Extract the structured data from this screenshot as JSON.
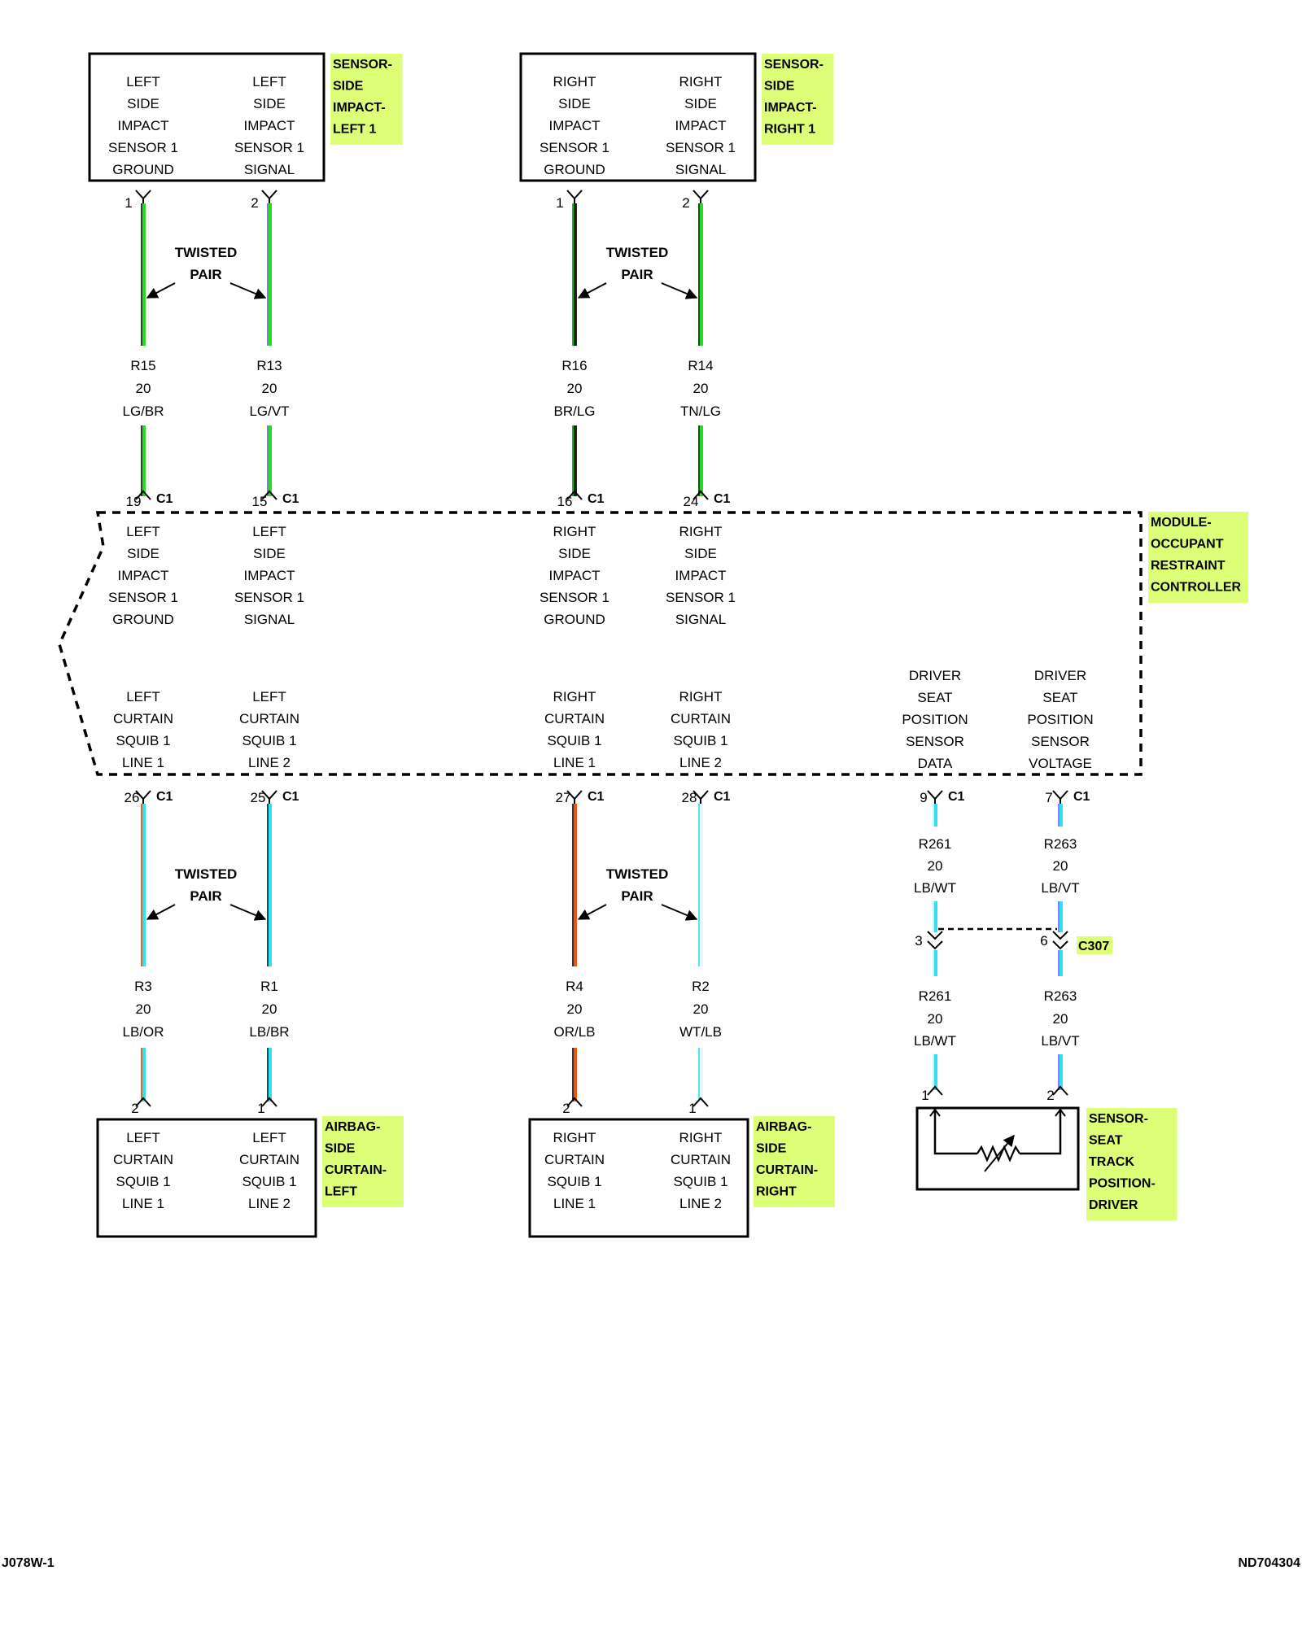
{
  "colors": {
    "wire_lg": "#22dd22",
    "wire_lb": "#33e0ee",
    "wire_or": "#ee5511",
    "wire_wt": "#e8f8f8",
    "wire_vt": "#9966ff",
    "wire_br": "#222222",
    "wire_tn": "#cc9966",
    "tag_bg": "#ddff77"
  },
  "component_boxes": [
    {
      "key": "lsi",
      "tag": [
        "SENSOR-",
        "SIDE",
        "IMPACT-",
        "LEFT 1"
      ],
      "pins": [
        [
          "LEFT",
          "SIDE",
          "IMPACT",
          "SENSOR 1",
          "GROUND"
        ],
        [
          "LEFT",
          "SIDE",
          "IMPACT",
          "SENSOR 1",
          "SIGNAL"
        ]
      ]
    },
    {
      "key": "rsi",
      "tag": [
        "SENSOR-",
        "SIDE",
        "IMPACT-",
        "RIGHT 1"
      ],
      "pins": [
        [
          "RIGHT",
          "SIDE",
          "IMPACT",
          "SENSOR 1",
          "GROUND"
        ],
        [
          "RIGHT",
          "SIDE",
          "IMPACT",
          "SENSOR 1",
          "SIGNAL"
        ]
      ]
    },
    {
      "key": "lac",
      "tag": [
        "AIRBAG-",
        "SIDE",
        "CURTAIN-",
        "LEFT"
      ],
      "pins": [
        [
          "LEFT",
          "CURTAIN",
          "SQUIB 1",
          "LINE 1"
        ],
        [
          "LEFT",
          "CURTAIN",
          "SQUIB 1",
          "LINE 2"
        ]
      ]
    },
    {
      "key": "rac",
      "tag": [
        "AIRBAG-",
        "SIDE",
        "CURTAIN-",
        "RIGHT"
      ],
      "pins": [
        [
          "RIGHT",
          "CURTAIN",
          "SQUIB 1",
          "LINE 1"
        ],
        [
          "RIGHT",
          "CURTAIN",
          "SQUIB 1",
          "LINE 2"
        ]
      ]
    },
    {
      "key": "stp",
      "tag": [
        "SENSOR-",
        "SEAT",
        "TRACK",
        "POSITION-",
        "DRIVER"
      ],
      "pins": []
    }
  ],
  "module": {
    "tag": [
      "MODULE-",
      "OCCUPANT",
      "RESTRAINT",
      "CONTROLLER"
    ],
    "upper_pins": [
      [
        "LEFT",
        "SIDE",
        "IMPACT",
        "SENSOR 1",
        "GROUND"
      ],
      [
        "LEFT",
        "SIDE",
        "IMPACT",
        "SENSOR 1",
        "SIGNAL"
      ],
      [
        "RIGHT",
        "SIDE",
        "IMPACT",
        "SENSOR 1",
        "GROUND"
      ],
      [
        "RIGHT",
        "SIDE",
        "IMPACT",
        "SENSOR 1",
        "SIGNAL"
      ]
    ],
    "lower_pins": [
      [
        "LEFT",
        "CURTAIN",
        "SQUIB 1",
        "LINE 1"
      ],
      [
        "LEFT",
        "CURTAIN",
        "SQUIB 1",
        "LINE 2"
      ],
      [
        "RIGHT",
        "CURTAIN",
        "SQUIB 1",
        "LINE 1"
      ],
      [
        "RIGHT",
        "CURTAIN",
        "SQUIB 1",
        "LINE 2"
      ],
      [
        "DRIVER",
        "SEAT",
        "POSITION",
        "SENSOR",
        "DATA"
      ],
      [
        "DRIVER",
        "SEAT",
        "POSITION",
        "SENSOR",
        "VOLTAGE"
      ]
    ]
  },
  "twisted_pair_label": [
    "TWISTED",
    "PAIR"
  ],
  "wires_upper": [
    {
      "pin_top": "1",
      "circuit": "R15",
      "gauge": "20",
      "color": "LG/BR",
      "pin_bottom": "19",
      "connector": "C1",
      "main": "wire_lg",
      "stripe": "wire_br"
    },
    {
      "pin_top": "2",
      "circuit": "R13",
      "gauge": "20",
      "color": "LG/VT",
      "pin_bottom": "15",
      "connector": "C1",
      "main": "wire_lg",
      "stripe": "wire_vt"
    },
    {
      "pin_top": "1",
      "circuit": "R16",
      "gauge": "20",
      "color": "BR/LG",
      "pin_bottom": "16",
      "connector": "C1",
      "main": "wire_br",
      "stripe": "wire_lg"
    },
    {
      "pin_top": "2",
      "circuit": "R14",
      "gauge": "20",
      "color": "TN/LG",
      "pin_bottom": "24",
      "connector": "C1",
      "main": "wire_lg",
      "stripe": "wire_br"
    }
  ],
  "wires_lower": [
    {
      "pin_top": "26",
      "connector": "C1",
      "circuit": "R3",
      "gauge": "20",
      "color": "LB/OR",
      "pin_bottom": "2",
      "main": "wire_lb",
      "stripe": "wire_or"
    },
    {
      "pin_top": "25",
      "connector": "C1",
      "circuit": "R1",
      "gauge": "20",
      "color": "LB/BR",
      "pin_bottom": "1",
      "main": "wire_lb",
      "stripe": "wire_br"
    },
    {
      "pin_top": "27",
      "connector": "C1",
      "circuit": "R4",
      "gauge": "20",
      "color": "OR/LB",
      "pin_bottom": "2",
      "main": "wire_or",
      "stripe": "wire_br"
    },
    {
      "pin_top": "28",
      "connector": "C1",
      "circuit": "R2",
      "gauge": "20",
      "color": "WT/LB",
      "pin_bottom": "1",
      "main": "wire_wt",
      "stripe": "wire_lb"
    }
  ],
  "wires_seat": [
    {
      "pin_top": "9",
      "connector": "C1",
      "circuit_a": "R261",
      "gauge_a": "20",
      "color_a": "LB/WT",
      "inline_pin": "3",
      "circuit_b": "R261",
      "gauge_b": "20",
      "color_b": "LB/WT",
      "pin_bottom": "1",
      "main": "wire_lb",
      "stripe": "wire_wt"
    },
    {
      "pin_top": "7",
      "connector": "C1",
      "circuit_a": "R263",
      "gauge_a": "20",
      "color_a": "LB/VT",
      "inline_pin": "6",
      "inline_connector": "C307",
      "circuit_b": "R263",
      "gauge_b": "20",
      "color_b": "LB/VT",
      "pin_bottom": "2",
      "main": "wire_lb",
      "stripe": "wire_vt"
    }
  ],
  "footer": {
    "left": "J078W-1",
    "right": "ND704304"
  }
}
